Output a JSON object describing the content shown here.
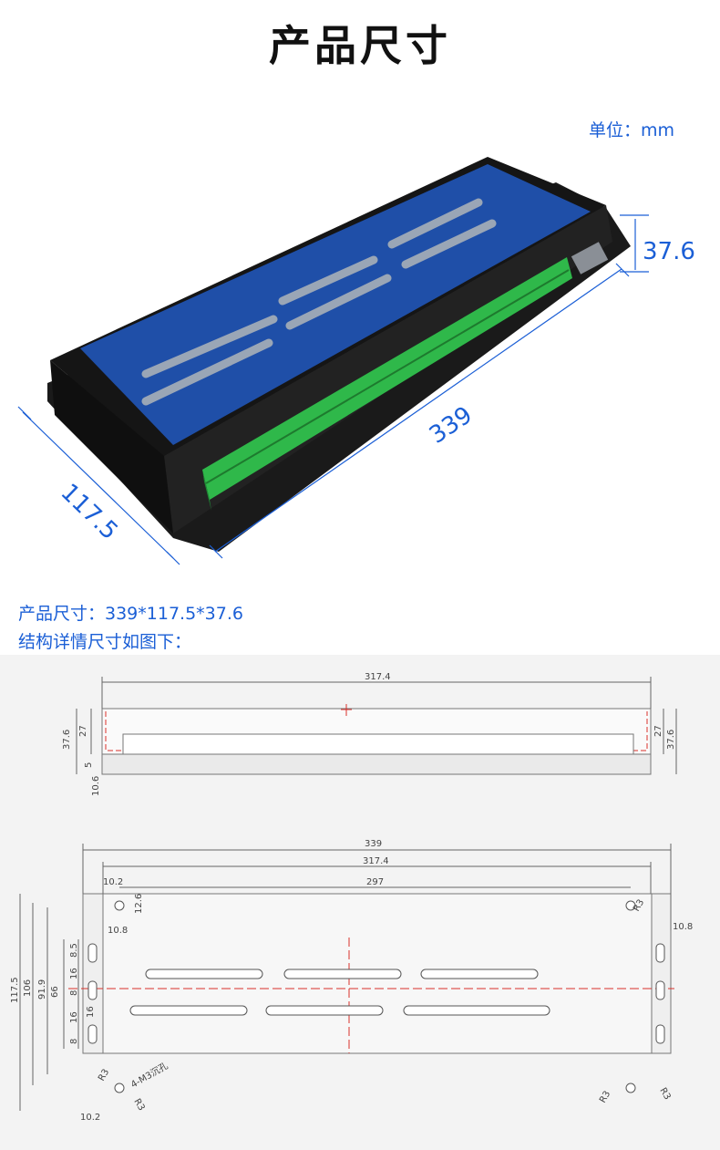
{
  "header": {
    "title": "产品尺寸",
    "unit": "单位：mm"
  },
  "photo_dims": {
    "length": "339",
    "width": "117.5",
    "height": "37.6"
  },
  "spec": {
    "size_line": "产品尺寸：339*117.5*37.6",
    "detail_line": "结构详情尺寸如图下："
  },
  "side_view": {
    "width_label": "317.4",
    "left_h1": "37.6",
    "left_h2": "27",
    "left_small": "5",
    "left_base": "10.6",
    "right_h1": "27",
    "right_h2": "37.6"
  },
  "top_view": {
    "overall": "339",
    "inner": "317.4",
    "hole_span": "297",
    "edge_top": "10.2",
    "edge_offset": "12.6",
    "left_margin": "10.8",
    "right_margin": "10.8",
    "height_total": "117.5",
    "height_106": "106",
    "height_919": "91.9",
    "height_66": "66",
    "slot_8a": "8.5",
    "slot_16a": "16",
    "slot_8b": "8",
    "slot_16b": "16",
    "slot_16c": "16",
    "slot_8c": "8",
    "hole_label": "4-M3沉孔",
    "r3_a": "R3",
    "r3_b": "R3",
    "r3_c": "R3",
    "r3_d": "R3",
    "r3_e": "R3",
    "bottom_left": "10.2"
  },
  "colors": {
    "accent": "#1b5fd6",
    "board_blue": "#1f4fa8",
    "terminal_green": "#2fb84a",
    "red_line": "#d9302b"
  }
}
